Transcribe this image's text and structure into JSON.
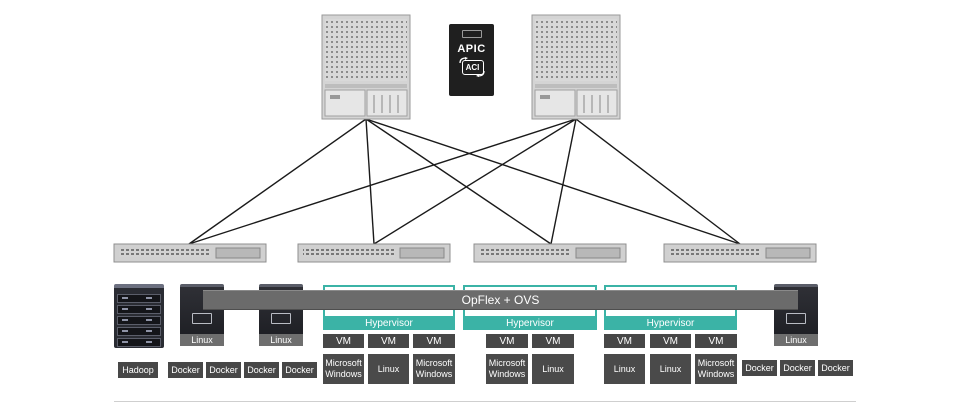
{
  "controller": {
    "title": "APIC",
    "badge": "ACI"
  },
  "overlay": {
    "label": "OpFlex + OVS"
  },
  "colors": {
    "line": "#1a1a1a",
    "hypervisor": "#3bb3a6",
    "label_box": "#474747",
    "overlay_bar": "#6b6b6b",
    "chassis": "#cfcfcf",
    "host": "#23242a"
  },
  "hosts": [
    {
      "id": "hadoop",
      "label": "Hadoop"
    },
    {
      "id": "linux1",
      "label": "Linux",
      "workloads": [
        "Docker",
        "Docker"
      ]
    },
    {
      "id": "linux2",
      "label": "Linux",
      "workloads": [
        "Docker",
        "Docker"
      ]
    },
    {
      "id": "linux3",
      "label": "Linux",
      "workloads": [
        "Docker",
        "Docker",
        "Docker"
      ]
    }
  ],
  "hypervisors": [
    {
      "label": "Hypervisor",
      "vms": [
        "VM",
        "VM",
        "VM"
      ],
      "guests": [
        "Microsoft Windows",
        "Linux",
        "Microsoft Windows"
      ]
    },
    {
      "label": "Hypervisor",
      "vms": [
        "VM",
        "VM"
      ],
      "guests": [
        "Microsoft Windows",
        "Linux"
      ]
    },
    {
      "label": "Hypervisor",
      "vms": [
        "VM",
        "VM",
        "VM"
      ],
      "guests": [
        "Linux",
        "Linux",
        "Microsoft Windows"
      ]
    }
  ]
}
